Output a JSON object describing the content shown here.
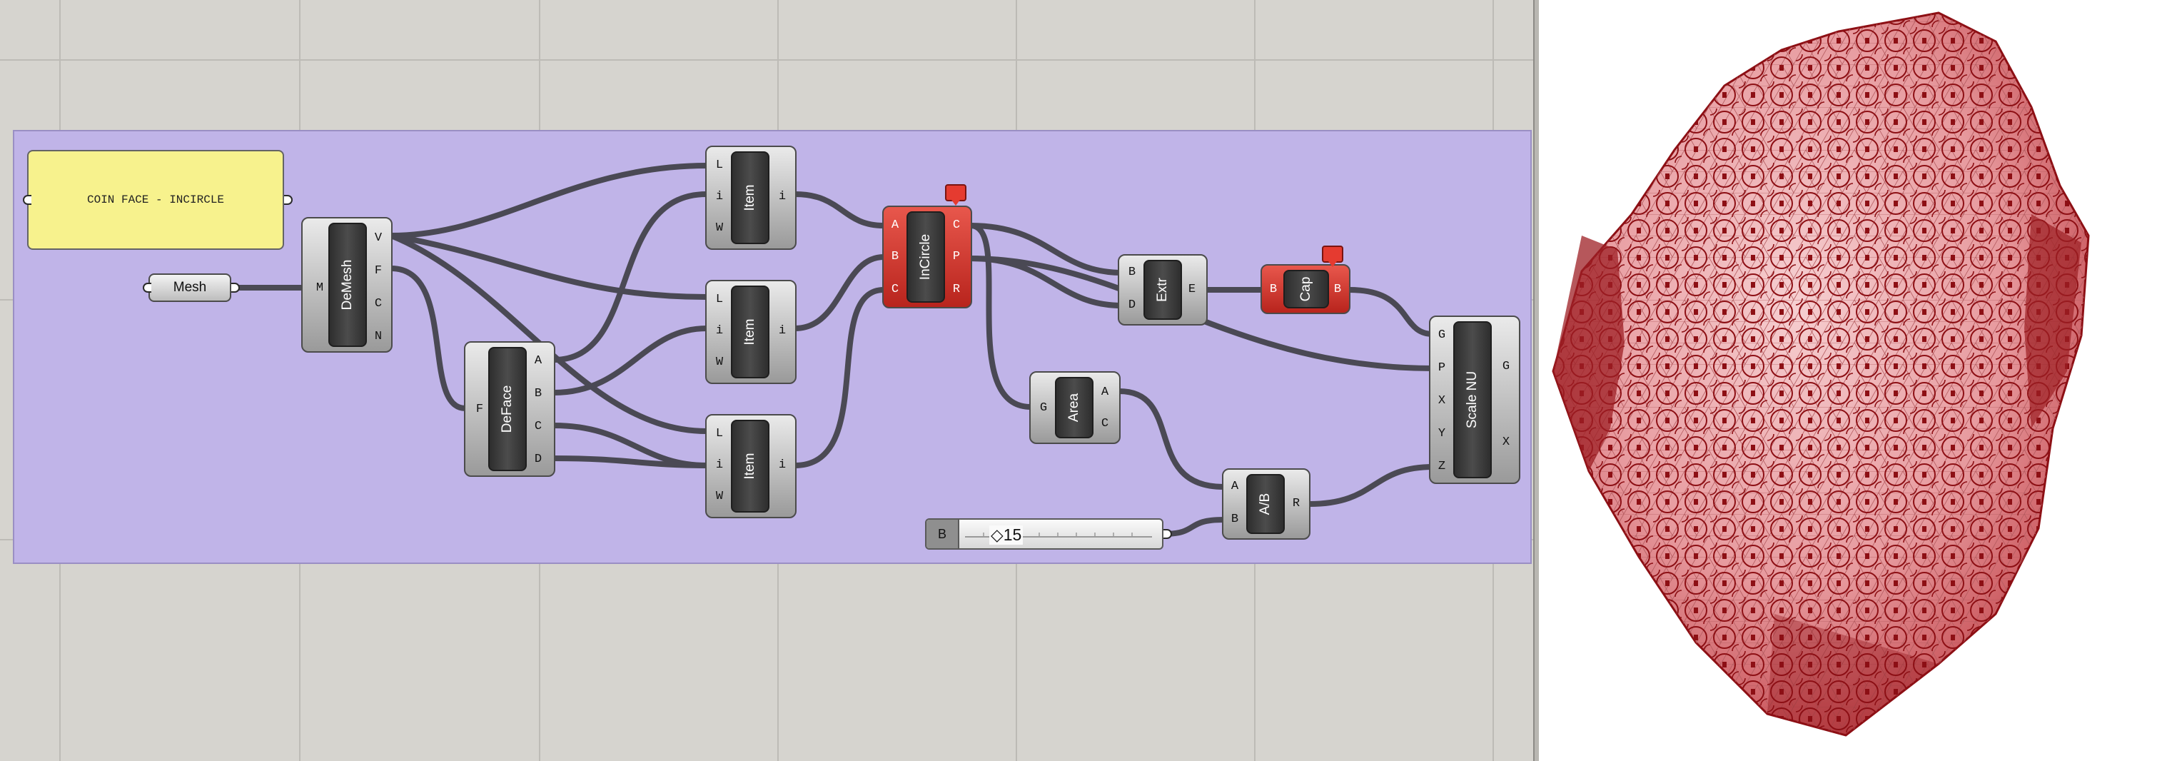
{
  "panel": {
    "text": "COIN FACE - INCIRCLE"
  },
  "params": {
    "mesh_label": "Mesh"
  },
  "components": {
    "demesh": {
      "label": "DeMesh",
      "inputs": [
        "M"
      ],
      "outputs": [
        "V",
        "F",
        "C",
        "N"
      ]
    },
    "deface": {
      "label": "DeFace",
      "inputs": [
        "F"
      ],
      "outputs": [
        "A",
        "B",
        "C",
        "D"
      ]
    },
    "item1": {
      "label": "Item",
      "inputs": [
        "L",
        "i",
        "W"
      ],
      "outputs": [
        "i"
      ]
    },
    "item2": {
      "label": "Item",
      "inputs": [
        "L",
        "i",
        "W"
      ],
      "outputs": [
        "i"
      ]
    },
    "item3": {
      "label": "Item",
      "inputs": [
        "L",
        "i",
        "W"
      ],
      "outputs": [
        "i"
      ]
    },
    "incircle": {
      "label": "InCircle",
      "inputs": [
        "A",
        "B",
        "C"
      ],
      "outputs": [
        "C",
        "P",
        "R"
      ]
    },
    "extr": {
      "label": "Extr",
      "inputs": [
        "B",
        "D"
      ],
      "outputs": [
        "E"
      ]
    },
    "cap": {
      "label": "Cap",
      "inputs": [
        "B"
      ],
      "outputs": [
        "B"
      ]
    },
    "area": {
      "label": "Area",
      "inputs": [
        "G"
      ],
      "outputs": [
        "A",
        "C"
      ]
    },
    "divide": {
      "label": "A/B",
      "inputs": [
        "A",
        "B"
      ],
      "outputs": [
        "R"
      ]
    },
    "scale": {
      "label": "Scale NU",
      "inputs": [
        "G",
        "P",
        "X",
        "Y",
        "Z"
      ],
      "outputs": [
        "G",
        "X"
      ]
    }
  },
  "slider": {
    "name": "B",
    "value": "◇15"
  },
  "colors": {
    "group": "#c0b4e8",
    "panel": "#f7f28d",
    "error": "#d63a2f",
    "mesh": "#e8a0a3",
    "mesh_edge": "#8d0f14"
  }
}
